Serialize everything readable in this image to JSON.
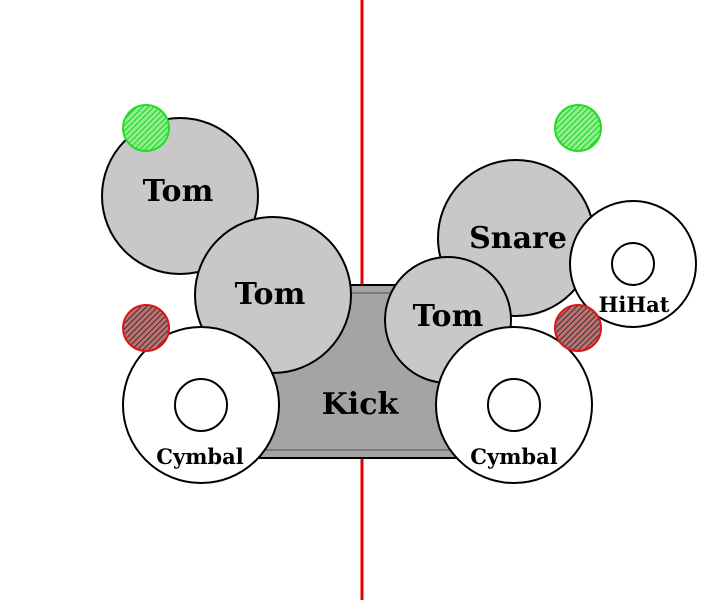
{
  "labels": {
    "tom_left_top": "Tom",
    "tom_left_mid": "Tom",
    "tom_right": "Tom",
    "snare": "Snare",
    "kick": "Kick",
    "hihat": "HiHat",
    "cymbal_left": "Cymbal",
    "cymbal_right": "Cymbal"
  },
  "colors": {
    "center_line": "#e00000",
    "drum_fill": "#c8c8c8",
    "kick_fill": "#a4a4a4",
    "cymbal_fill": "#ffffff",
    "outline": "#000000",
    "green_marker": "#22dd22",
    "red_marker": "#d81818"
  },
  "markers": {
    "left_foot": "green",
    "right_foot": "green",
    "left_hand": "red",
    "right_hand": "red"
  }
}
